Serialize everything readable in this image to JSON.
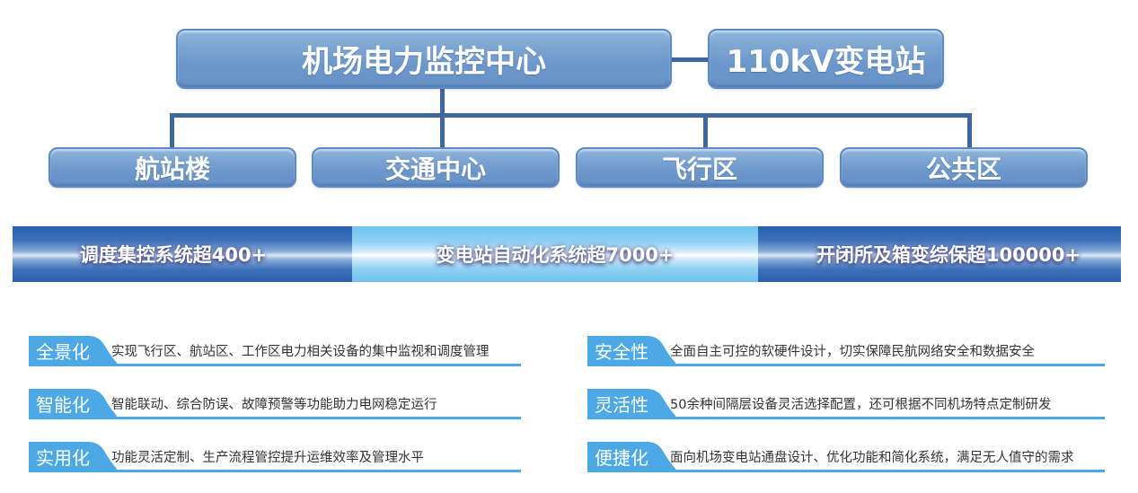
{
  "diagram": {
    "root": {
      "label": "机场电力监控中心"
    },
    "substation": {
      "label": "110kV变电站"
    },
    "branches": [
      {
        "label": "航站楼"
      },
      {
        "label": "交通中心"
      },
      {
        "label": "飞行区"
      },
      {
        "label": "公共区"
      }
    ]
  },
  "stats_band": [
    {
      "label": "调度集控系统超400+"
    },
    {
      "label": "变电站自动化系统超7000+"
    },
    {
      "label": "开闭所及箱变综保超100000+"
    }
  ],
  "features": {
    "left": [
      {
        "tag": "全景化",
        "text": "实现飞行区、航站区、工作区电力相关设备的集中监视和调度管理"
      },
      {
        "tag": "智能化",
        "text": "智能联动、综合防误、故障预警等功能助力电网稳定运行"
      },
      {
        "tag": "实用化",
        "text": "功能灵活定制、生产流程管控提升运维效率及管理水平"
      }
    ],
    "right": [
      {
        "tag": "安全性",
        "text": "全面自主可控的软硬件设计，切实保障民航网络安全和数据安全"
      },
      {
        "tag": "灵活性",
        "text": "50余种间隔层设备灵活选择配置，还可根据不同机场特点定制研发"
      },
      {
        "tag": "便捷化",
        "text": "面向机场变电站通盘设计、优化功能和简化系统，满足无人值守的需求"
      }
    ]
  },
  "colors": {
    "node_blue": "#6b97cb",
    "connector": "#3f67a0",
    "band_dark": "#2a5fae",
    "band_light": "#6fc3ef",
    "tag_blue": "#4ca9e6"
  }
}
